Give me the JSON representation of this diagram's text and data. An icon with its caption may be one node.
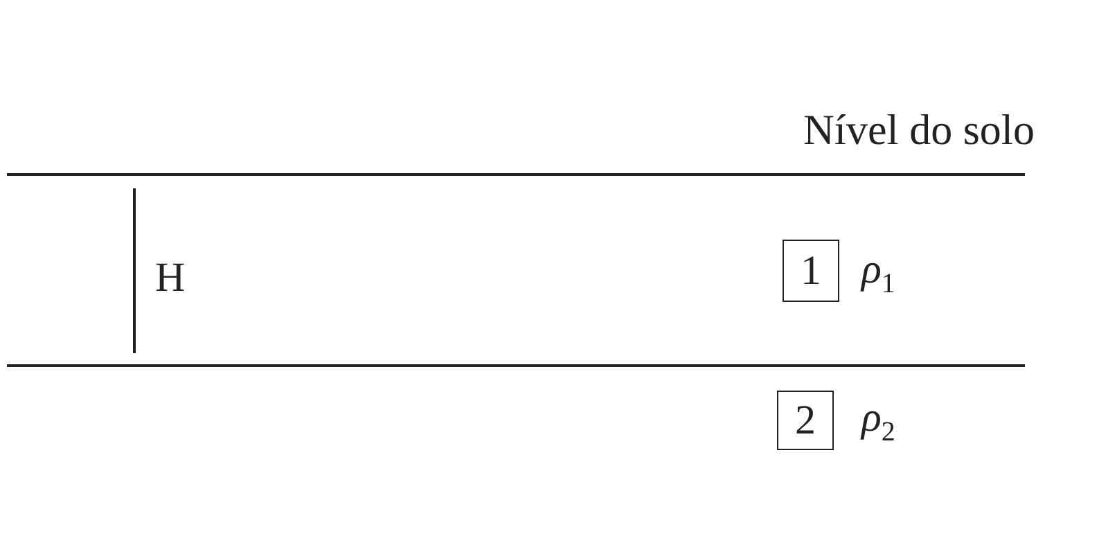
{
  "diagram": {
    "nodes": [
      {
        "text": [
          "1"
        ],
        "beside": [
          "ρ$_{1}$"
        ]
      },
      {
        "text": [
          "2"
        ],
        "beside": [
          "ρ$_{2}$"
        ]
      }
    ],
    "edges": [],
    "labels": [
      "Nível do solo",
      "H"
    ]
  }
}
